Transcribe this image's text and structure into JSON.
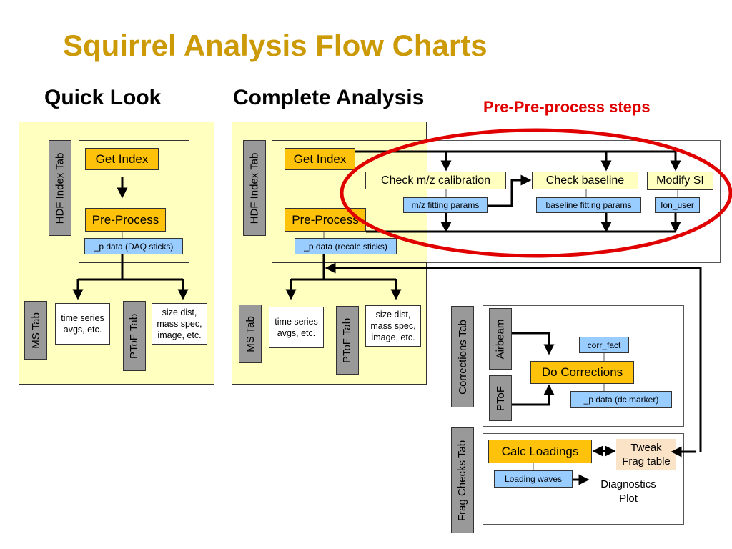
{
  "title": "Squirrel Analysis Flow Charts",
  "headings": {
    "quick_look": "Quick Look",
    "complete_analysis": "Complete Analysis",
    "pre_pre_process": "Pre-Pre-process steps"
  },
  "quick_look": {
    "hdf_tab": "HDF Index Tab",
    "get_index": "Get Index",
    "pre_process": "Pre-Process",
    "p_data": "_p data (DAQ sticks)",
    "ms_tab": "MS Tab",
    "time_series": "time series\navgs, etc.",
    "ptof_tab": "PToF Tab",
    "size_dist": "size dist,\nmass spec,\nimage, etc."
  },
  "complete": {
    "hdf_tab": "HDF Index Tab",
    "get_index": "Get Index",
    "pre_process": "Pre-Process",
    "p_data": "_p data (recalc sticks)",
    "ms_tab": "MS Tab",
    "time_series": "time series\navgs, etc.",
    "ptof_tab": "PToF Tab",
    "size_dist": "size dist,\nmass spec,\nimage, etc."
  },
  "pre_pre": {
    "check_mz": "Check m/z calibration",
    "mz_params": "m/z fitting params",
    "check_baseline": "Check baseline",
    "baseline_params": "baseline fitting params",
    "modify_si": "Modify SI",
    "ion_user": "Ion_user"
  },
  "corrections": {
    "tab": "Corrections Tab",
    "airbeam": "Airbeam",
    "ptof": "PToF",
    "corr_fact": "corr_fact",
    "do_corrections": "Do Corrections",
    "p_data": "_p data (dc marker)"
  },
  "frag": {
    "tab": "Frag Checks Tab",
    "calc_loadings": "Calc Loadings",
    "tweak": "Tweak\nFrag table",
    "loading_waves": "Loading waves",
    "diagnostics": "Diagnostics\nPlot"
  },
  "colors": {
    "title": "#cc9a06",
    "highlight_ellipse": "#e00000",
    "orange_box": "#ffc20a",
    "blue_box": "#99ccff",
    "yellow_panel": "#ffffc0",
    "gray_tab": "#999999"
  }
}
